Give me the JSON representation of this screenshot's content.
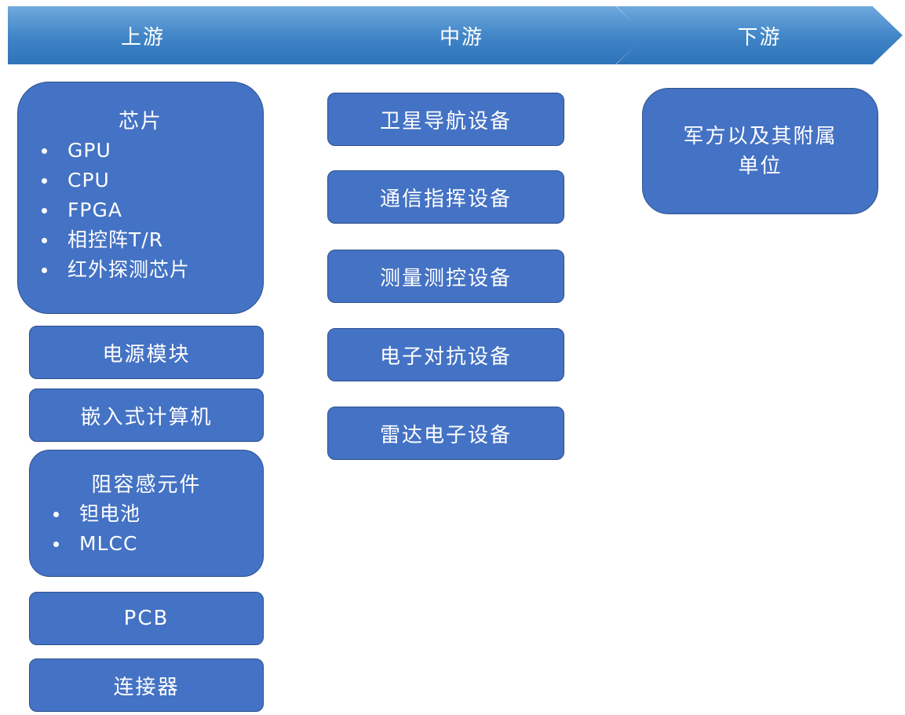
{
  "stages": [
    "上游",
    "中游",
    "下游"
  ],
  "upstream": {
    "chips": {
      "title": "芯片",
      "items": [
        "GPU",
        "CPU",
        "FPGA",
        "相控阵T/R",
        "红外探测芯片"
      ]
    },
    "power_module": "电源模块",
    "embedded_computer": "嵌入式计算机",
    "passive_components": {
      "title": "阻容感元件",
      "items": [
        "钽电池",
        "MLCC"
      ]
    },
    "pcb": "PCB",
    "connector": "连接器"
  },
  "midstream": [
    "卫星导航设备",
    "通信指挥设备",
    "测量测控设备",
    "电子对抗设备",
    "雷达电子设备"
  ],
  "downstream": {
    "line1": "军方以及其附属",
    "line2": "单位"
  },
  "colors": {
    "box_fill": "#4472c4",
    "box_border": "#2f528f",
    "chevron": "#4a8fd0",
    "text": "#ffffff"
  }
}
